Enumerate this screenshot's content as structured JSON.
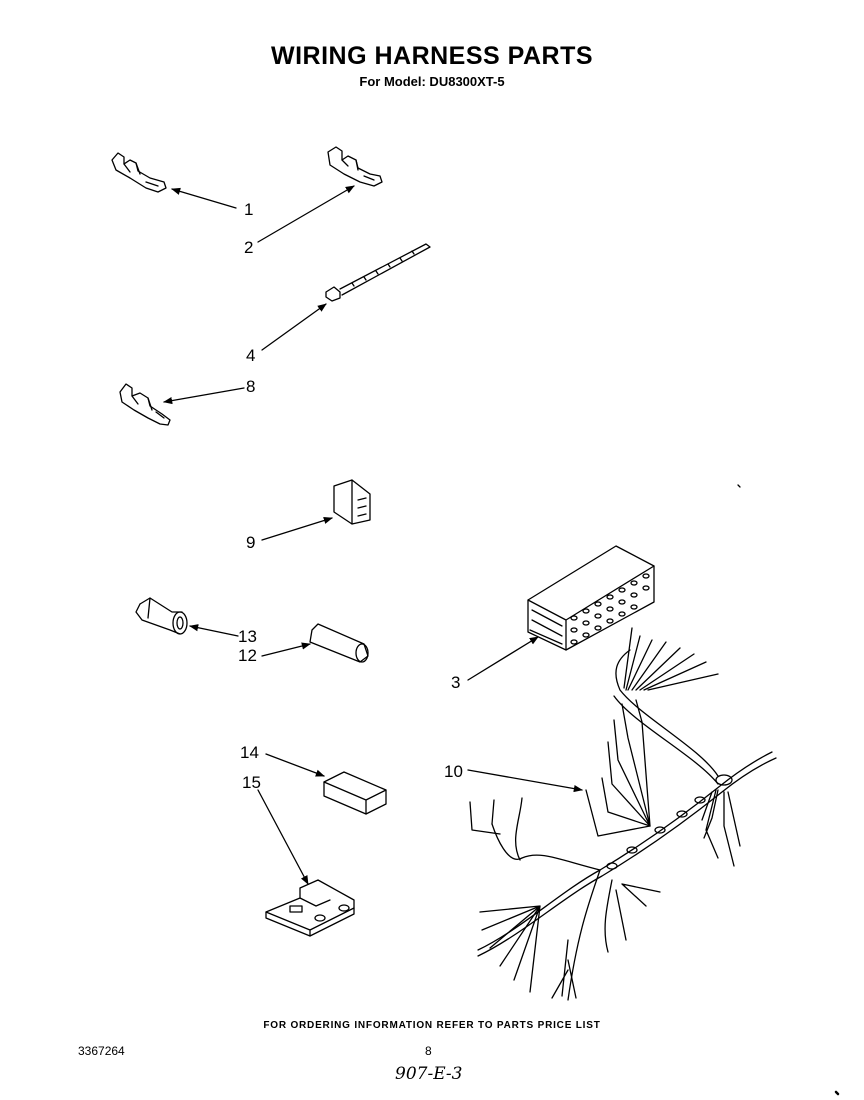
{
  "header": {
    "title": "WIRING HARNESS PARTS",
    "subtitle": "For Model: DU8300XT-5"
  },
  "callouts": [
    "1",
    "2",
    "4",
    "8",
    "9",
    "13",
    "12",
    "3",
    "14",
    "15",
    "10"
  ],
  "footer": {
    "ordering_note": "FOR ORDERING INFORMATION REFER TO PARTS PRICE LIST",
    "doc_number": "3367264",
    "page_number": "8",
    "handwritten_note": "907-E-3"
  }
}
